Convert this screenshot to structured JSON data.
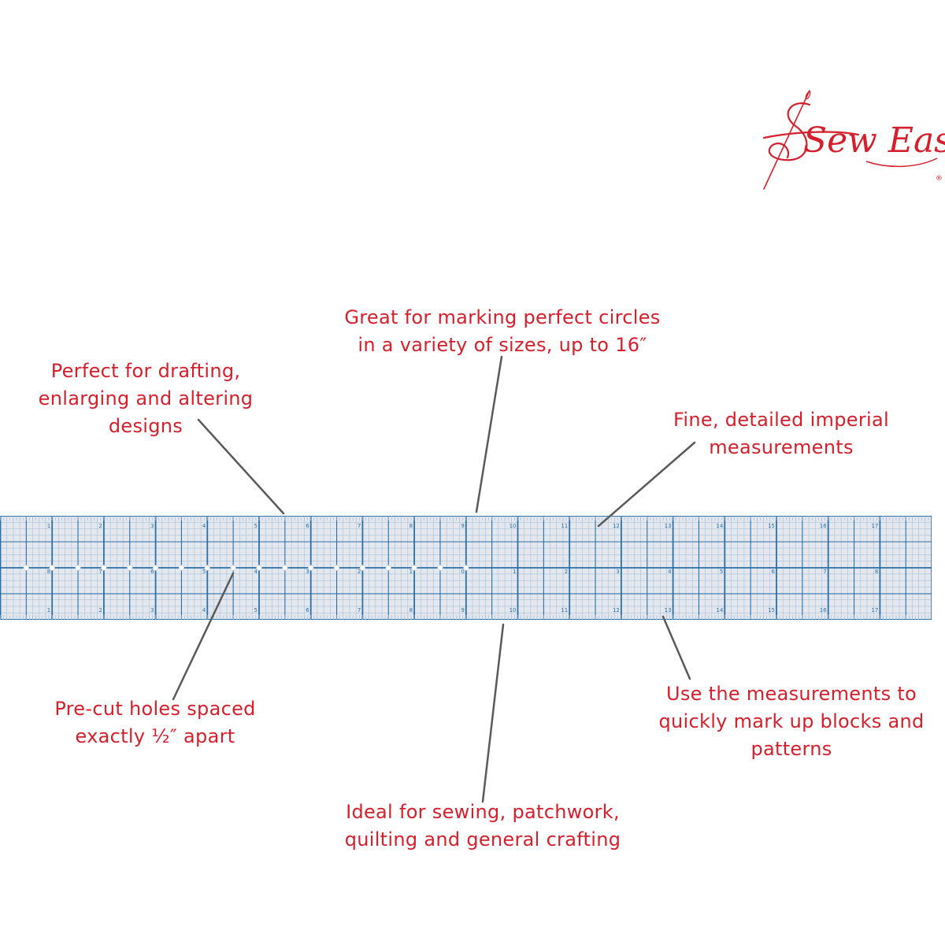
{
  "brand": {
    "name": "Sew Easy",
    "registered_mark": "®",
    "color": "#d4202c"
  },
  "callouts": {
    "circles": {
      "lines": [
        "Great for marking perfect circles",
        "in a variety of sizes, up to 16″"
      ]
    },
    "drafting": {
      "lines": [
        "Perfect for drafting,",
        "enlarging and altering",
        "designs"
      ]
    },
    "imperial": {
      "lines": [
        "Fine, detailed imperial",
        "measurements"
      ]
    },
    "holes": {
      "lines": [
        "Pre-cut holes spaced",
        "exactly ½″ apart"
      ]
    },
    "blocks": {
      "lines": [
        "Use the measurements to",
        "quickly mark up blocks and",
        "patterns"
      ]
    },
    "crafting": {
      "lines": [
        "Ideal for sewing, patchwork,",
        "quilting and general crafting"
      ]
    }
  },
  "ruler": {
    "units": "inches",
    "top_labels": [
      "1",
      "2",
      "3",
      "4",
      "5",
      "6",
      "7",
      "8",
      "9",
      "10",
      "11",
      "12",
      "13",
      "14",
      "15",
      "16",
      "17"
    ],
    "bottom_labels": [
      "1",
      "2",
      "3",
      "4",
      "5",
      "6",
      "7",
      "8",
      "9",
      "10",
      "11",
      "12",
      "13",
      "14",
      "15",
      "16",
      "17"
    ],
    "center_labels": [
      "8",
      "7",
      "6",
      "5",
      "4",
      "3",
      "2",
      "1",
      "0",
      "1",
      "2",
      "3",
      "4",
      "5",
      "6",
      "7",
      "8"
    ],
    "hole_count": 18,
    "hole_spacing": "1/2 inch",
    "grid_color": "#2a6fa8",
    "fine_grid_color": "#9ab8d4",
    "background": "#e4e8ee"
  },
  "colors": {
    "text_accent": "#d4202c",
    "leader_line": "#5a5a5a"
  }
}
